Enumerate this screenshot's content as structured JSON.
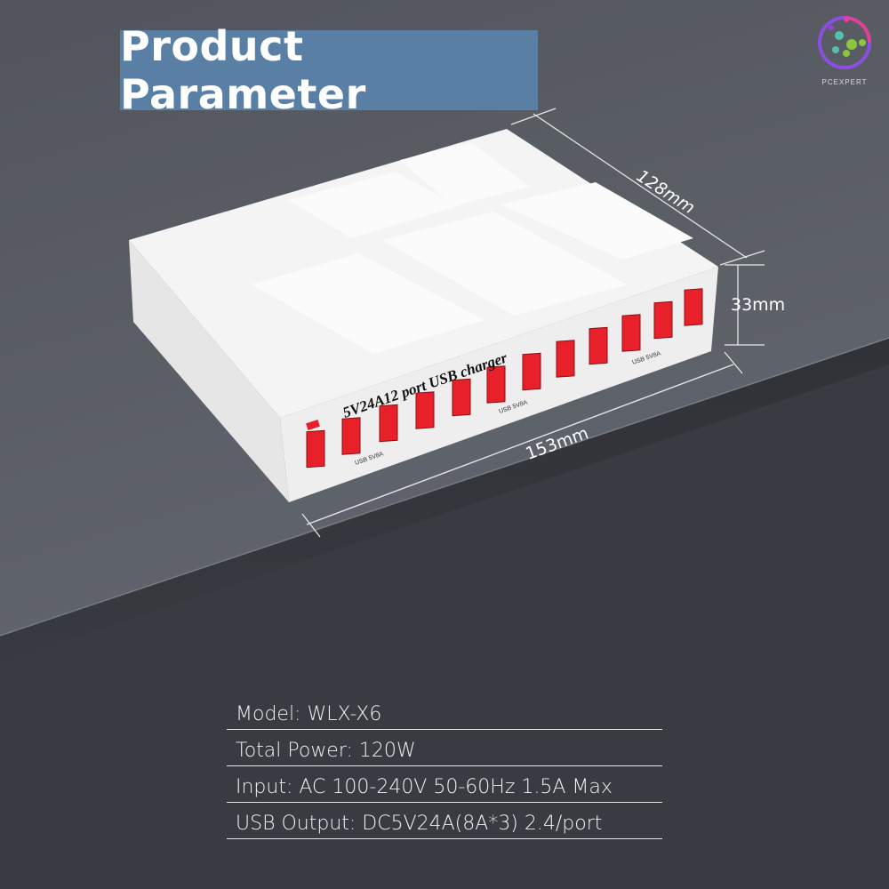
{
  "title": "Product Parameter",
  "brand": {
    "name": "PCEXPERT",
    "colors": [
      "#7b3fe0",
      "#e0409a",
      "#2d8fe0",
      "#54c0b0",
      "#8cc63f"
    ]
  },
  "product": {
    "front_label": "5V24A12 port USB charger",
    "group_labels": [
      "USB 5V8A",
      "USB 5V8A",
      "USB 5V8A"
    ],
    "port_count": 12,
    "port_color": "#e8202a"
  },
  "dimensions": {
    "depth": "128mm",
    "height": "33mm",
    "width": "153mm"
  },
  "specs": [
    "Model: WLX-X6",
    "Total Power: 120W",
    "Input: AC 100-240V 50-60Hz 1.5A Max",
    "USB Output: DC5V24A(8A*3) 2.4/port"
  ],
  "colors": {
    "banner": "#5a7fa4",
    "background": "#5a5e66",
    "table_edge": "#3b3e45"
  }
}
